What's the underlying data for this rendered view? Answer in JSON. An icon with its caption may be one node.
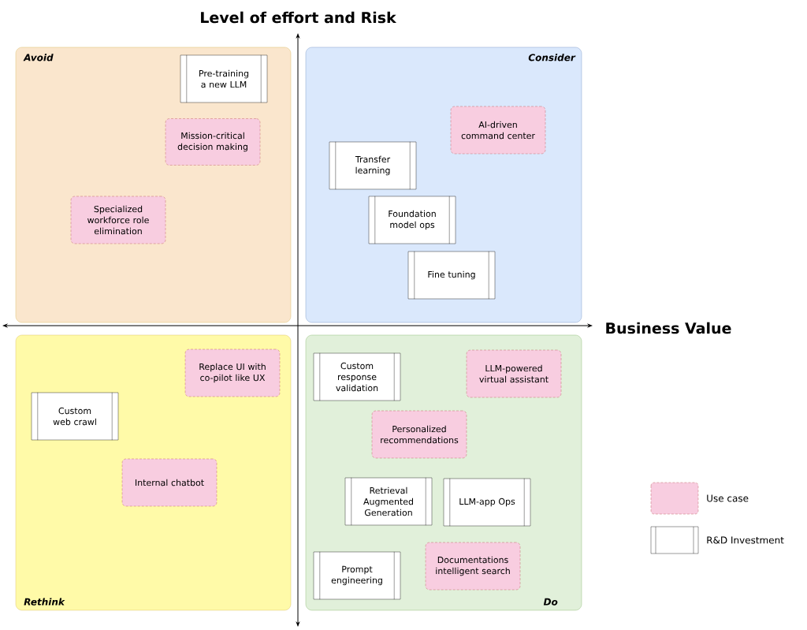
{
  "diagram": {
    "nodes": [
      {
        "text": [
          "Avoid"
        ]
      },
      {
        "text": [
          "Pre-training a new LLM"
        ],
        "in": 0
      },
      {
        "text": [
          "Mission-critical decision making"
        ],
        "in": 0
      },
      {
        "text": [
          "Specialized workforce role elimination"
        ],
        "in": 0
      },
      {
        "text": [
          "Consider"
        ]
      },
      {
        "text": [
          "AI-driven command center"
        ],
        "in": 4
      },
      {
        "text": [
          "Transfer learning"
        ],
        "in": 4
      },
      {
        "text": [
          "Foundation model ops"
        ],
        "in": 4
      },
      {
        "text": [
          "Fine tuning"
        ],
        "in": 4
      },
      {
        "text": [
          "Rethink"
        ]
      },
      {
        "text": [
          "Replace UI with co-pilot like UX"
        ],
        "in": 9
      },
      {
        "text": [
          "Custom web crawl"
        ],
        "in": 9
      },
      {
        "text": [
          "Internal chatbot"
        ],
        "in": 9
      },
      {
        "text": [
          "Do"
        ]
      },
      {
        "text": [
          "Custom response validation"
        ],
        "in": 13
      },
      {
        "text": [
          "LLM-powered virtual assistant"
        ],
        "in": 13
      },
      {
        "text": [
          "Personalized recommendations"
        ],
        "in": 13
      },
      {
        "text": [
          "Retrieval Augmented Generation"
        ],
        "in": 13
      },
      {
        "text": [
          "LLM-app Ops"
        ],
        "in": 13
      },
      {
        "text": [
          "Prompt engineering"
        ],
        "in": 13
      },
      {
        "text": [
          "Documentations intelligent search"
        ],
        "in": 13
      }
    ],
    "labels": [
      "Level of effort and Risk",
      "Business Value"
    ],
    "legend": [
      {
        "text": "Use case",
        "color": "#f8cde0"
      },
      {
        "text": "R&D Investment"
      }
    ]
  }
}
